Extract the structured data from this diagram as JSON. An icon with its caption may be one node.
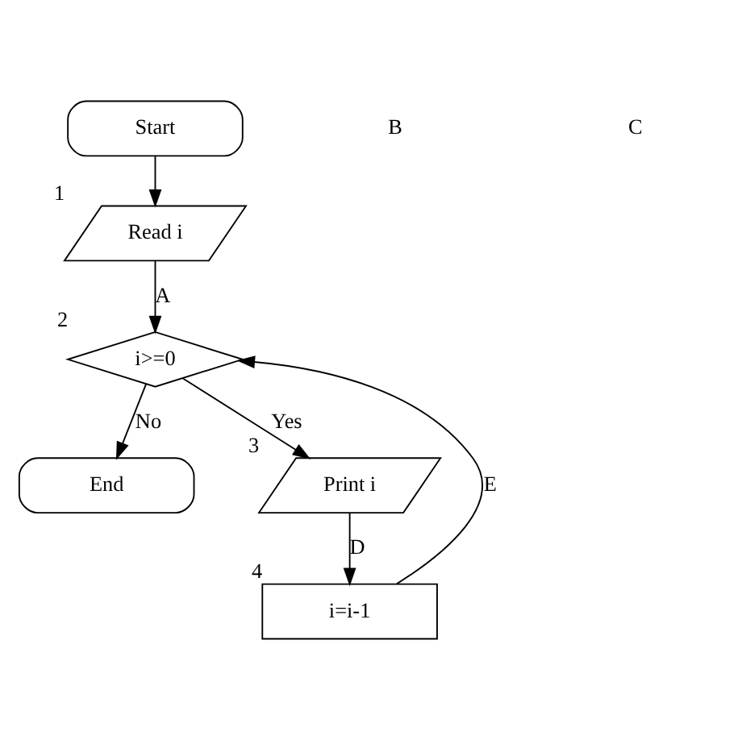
{
  "diagram": {
    "nodes": [
      {
        "text": [
          "Start"
        ]
      },
      {
        "text": [
          "Read i"
        ],
        "beside": [
          "1"
        ]
      },
      {
        "text": [
          "i>=0"
        ],
        "beside": [
          "2"
        ]
      },
      {
        "text": [
          "End"
        ]
      },
      {
        "text": [
          "Print i"
        ],
        "beside": [
          "3"
        ]
      },
      {
        "text": [
          "i=i-1"
        ],
        "beside": [
          "4"
        ]
      }
    ],
    "edges": [
      {
        "from": 0,
        "to": 1,
        "arrow": "to"
      },
      {
        "from": 1,
        "to": 2,
        "arrow": "to",
        "label": "A"
      },
      {
        "from": 2,
        "to": 3,
        "arrow": "to",
        "label": "No"
      },
      {
        "from": 2,
        "to": 4,
        "arrow": "to",
        "label": "Yes"
      },
      {
        "from": 4,
        "to": 5,
        "arrow": "to",
        "label": "D"
      },
      {
        "from": 5,
        "to": 2,
        "arrow": "to",
        "label": "E"
      }
    ],
    "labels": [
      "B",
      "C"
    ]
  }
}
